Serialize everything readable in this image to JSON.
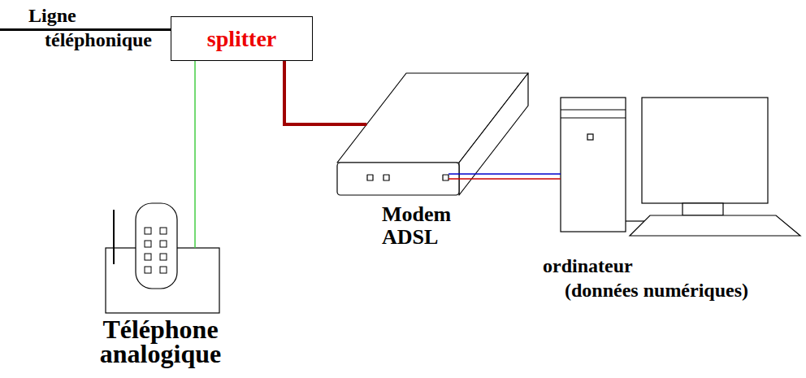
{
  "diagram": {
    "nodes": [
      {
        "text": [
          "splitter"
        ]
      },
      {
        "text": [
          "Modem ADSL"
        ]
      },
      {
        "text": [
          "Téléphone analogique"
        ]
      },
      {
        "text": [
          "ordinateur",
          "(données numériques)"
        ]
      }
    ],
    "edges": [
      {
        "from": 0,
        "to": 1,
        "arrow": "none"
      },
      {
        "from": 0,
        "to": 2,
        "arrow": "none"
      },
      {
        "from": 1,
        "to": 3,
        "arrow": "none"
      },
      {
        "from": 1,
        "to": 3,
        "arrow": "none"
      }
    ],
    "labels": [
      "Ligne téléphonique"
    ]
  }
}
